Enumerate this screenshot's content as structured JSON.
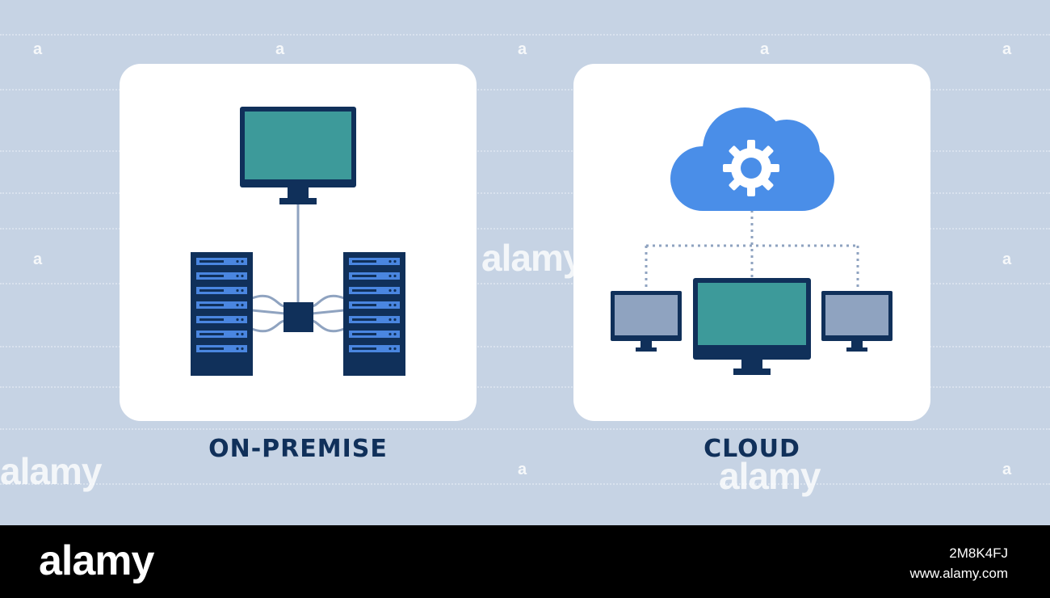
{
  "diagram": {
    "left_panel": {
      "label": "ON-PREMISE",
      "icons": [
        "monitor-icon",
        "server-rack-icon",
        "server-rack-icon",
        "network-switch-icon"
      ]
    },
    "right_panel": {
      "label": "CLOUD",
      "icons": [
        "cloud-gear-icon",
        "monitor-icon",
        "monitor-icon",
        "monitor-icon"
      ]
    }
  },
  "colors": {
    "background": "#c6d3e4",
    "card": "#ffffff",
    "navy": "#10305a",
    "screen_teal": "#3d9a9a",
    "screen_grey": "#8fa3c0",
    "server_slot": "#4a86e0",
    "cloud": "#4a8ee8",
    "connector": "#8fa3c0"
  },
  "watermark": {
    "small": "a",
    "large": "alamy"
  },
  "footer": {
    "logo": "alamy",
    "image_id": "2M8K4FJ",
    "site": "www.alamy.com"
  }
}
